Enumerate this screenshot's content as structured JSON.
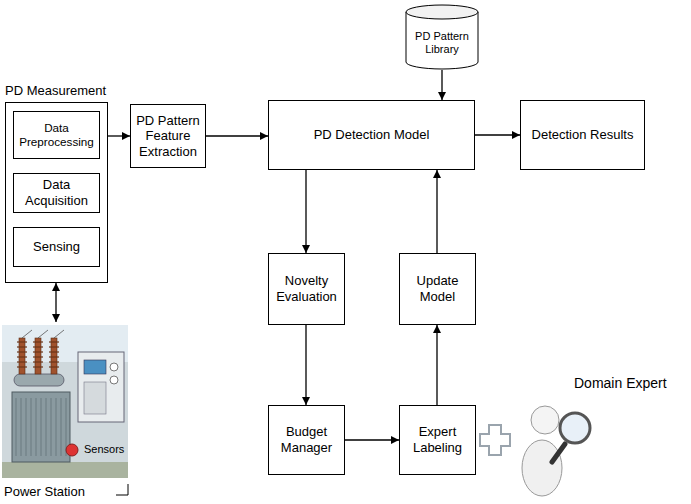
{
  "diagram": {
    "nodes": [
      {
        "text": [
          "PD Measurement"
        ]
      },
      {
        "text": [
          "Data Preprocessing"
        ],
        "in": 0
      },
      {
        "text": [
          "Data Acquisition"
        ],
        "in": 0
      },
      {
        "text": [
          "Sensing"
        ],
        "in": 0
      },
      {
        "text": [
          "PD Pattern Feature Extraction"
        ]
      },
      {
        "text": [
          "PD Pattern Library"
        ]
      },
      {
        "text": [
          "PD Detection Model"
        ]
      },
      {
        "text": [
          "Detection Results"
        ]
      },
      {
        "text": [
          "Novelty Evaluation"
        ]
      },
      {
        "text": [
          "Update Model"
        ]
      },
      {
        "text": [
          "Budget Manager"
        ]
      },
      {
        "text": [
          "Expert Labeling"
        ]
      },
      {
        "text": [
          "Power Station"
        ]
      }
    ],
    "edges": [
      {
        "from": 3,
        "to": 2,
        "arrow": "to"
      },
      {
        "from": 2,
        "to": 1,
        "arrow": "to"
      },
      {
        "from": 0,
        "to": 4,
        "arrow": "to"
      },
      {
        "from": 4,
        "to": 6,
        "arrow": "to"
      },
      {
        "from": 5,
        "to": 6,
        "arrow": "to"
      },
      {
        "from": 6,
        "to": 7,
        "arrow": "to"
      },
      {
        "from": 6,
        "to": 8,
        "arrow": "to"
      },
      {
        "from": 8,
        "to": 10,
        "arrow": "to"
      },
      {
        "from": 10,
        "to": 11,
        "arrow": "to"
      },
      {
        "from": 11,
        "to": 9,
        "arrow": "to"
      },
      {
        "from": 9,
        "to": 6,
        "arrow": "to"
      },
      {
        "from": 0,
        "to": 12,
        "arrow": "both"
      }
    ],
    "labels": [
      "Sensors",
      "Domain Expert"
    ]
  }
}
